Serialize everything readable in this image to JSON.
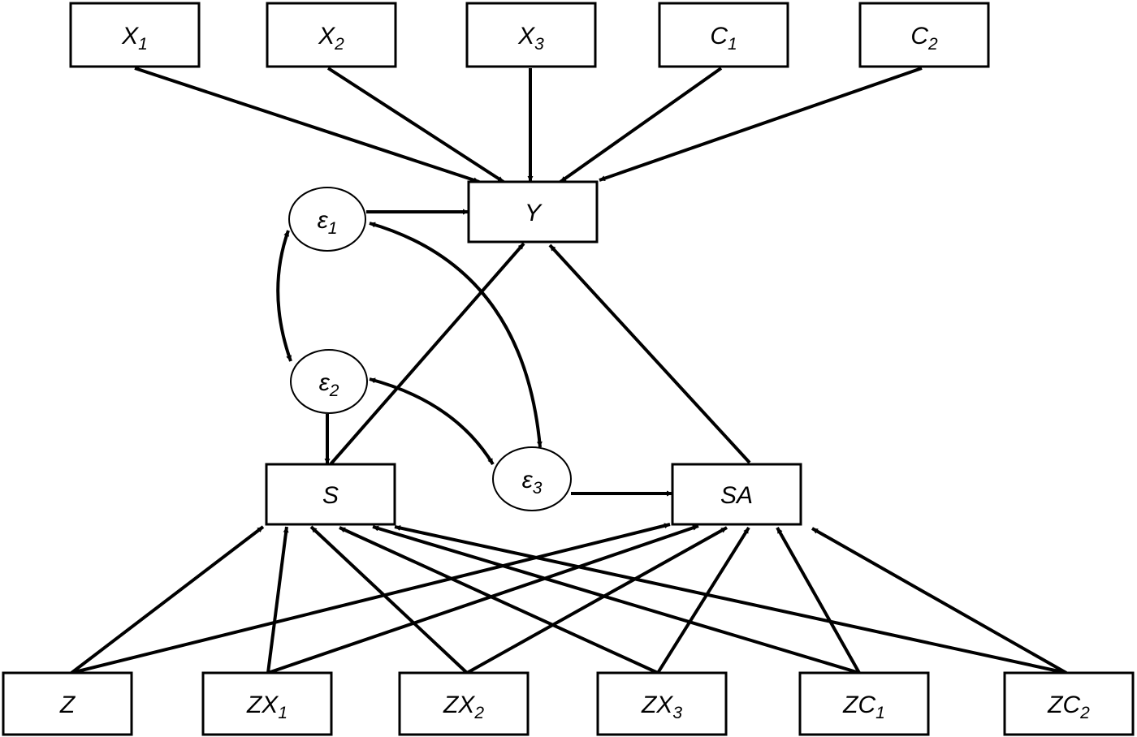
{
  "diagram": {
    "type": "path-diagram",
    "colors": {
      "stroke": "#000000",
      "background": "#ffffff"
    },
    "nodes": [
      {
        "id": "X1",
        "shape": "rect",
        "base": "X",
        "sub": "1"
      },
      {
        "id": "X2",
        "shape": "rect",
        "base": "X",
        "sub": "2"
      },
      {
        "id": "X3",
        "shape": "rect",
        "base": "X",
        "sub": "3"
      },
      {
        "id": "C1",
        "shape": "rect",
        "base": "C",
        "sub": "1"
      },
      {
        "id": "C2",
        "shape": "rect",
        "base": "C",
        "sub": "2"
      },
      {
        "id": "Y",
        "shape": "rect",
        "base": "Y",
        "sub": ""
      },
      {
        "id": "e1",
        "shape": "ellipse",
        "base": "ε",
        "sub": "1"
      },
      {
        "id": "e2",
        "shape": "ellipse",
        "base": "ε",
        "sub": "2"
      },
      {
        "id": "e3",
        "shape": "ellipse",
        "base": "ε",
        "sub": "3"
      },
      {
        "id": "S",
        "shape": "rect",
        "base": "S",
        "sub": ""
      },
      {
        "id": "SA",
        "shape": "rect",
        "base": "SA",
        "sub": ""
      },
      {
        "id": "Z",
        "shape": "rect",
        "base": "Z",
        "sub": ""
      },
      {
        "id": "ZX1",
        "shape": "rect",
        "base": "ZX",
        "sub": "1"
      },
      {
        "id": "ZX2",
        "shape": "rect",
        "base": "ZX",
        "sub": "2"
      },
      {
        "id": "ZX3",
        "shape": "rect",
        "base": "ZX",
        "sub": "3"
      },
      {
        "id": "ZC1",
        "shape": "rect",
        "base": "ZC",
        "sub": "1"
      },
      {
        "id": "ZC2",
        "shape": "rect",
        "base": "ZC",
        "sub": "2"
      }
    ],
    "edges": [
      {
        "from": "X1",
        "to": "Y",
        "kind": "directed"
      },
      {
        "from": "X2",
        "to": "Y",
        "kind": "directed"
      },
      {
        "from": "X3",
        "to": "Y",
        "kind": "directed"
      },
      {
        "from": "C1",
        "to": "Y",
        "kind": "directed"
      },
      {
        "from": "C2",
        "to": "Y",
        "kind": "directed"
      },
      {
        "from": "e1",
        "to": "Y",
        "kind": "directed"
      },
      {
        "from": "S",
        "to": "Y",
        "kind": "directed"
      },
      {
        "from": "SA",
        "to": "Y",
        "kind": "directed"
      },
      {
        "from": "e2",
        "to": "S",
        "kind": "directed"
      },
      {
        "from": "e3",
        "to": "SA",
        "kind": "directed"
      },
      {
        "from": "e1",
        "to": "e2",
        "kind": "covariance"
      },
      {
        "from": "e1",
        "to": "e3",
        "kind": "covariance"
      },
      {
        "from": "e2",
        "to": "e3",
        "kind": "covariance"
      },
      {
        "from": "Z",
        "to": "S",
        "kind": "directed"
      },
      {
        "from": "ZX1",
        "to": "S",
        "kind": "directed"
      },
      {
        "from": "ZX2",
        "to": "S",
        "kind": "directed"
      },
      {
        "from": "ZX3",
        "to": "S",
        "kind": "directed"
      },
      {
        "from": "ZC1",
        "to": "S",
        "kind": "directed"
      },
      {
        "from": "ZC2",
        "to": "S",
        "kind": "directed"
      },
      {
        "from": "Z",
        "to": "SA",
        "kind": "directed"
      },
      {
        "from": "ZX1",
        "to": "SA",
        "kind": "directed"
      },
      {
        "from": "ZX2",
        "to": "SA",
        "kind": "directed"
      },
      {
        "from": "ZX3",
        "to": "SA",
        "kind": "directed"
      },
      {
        "from": "ZC1",
        "to": "SA",
        "kind": "directed"
      },
      {
        "from": "ZC2",
        "to": "SA",
        "kind": "directed"
      }
    ]
  }
}
